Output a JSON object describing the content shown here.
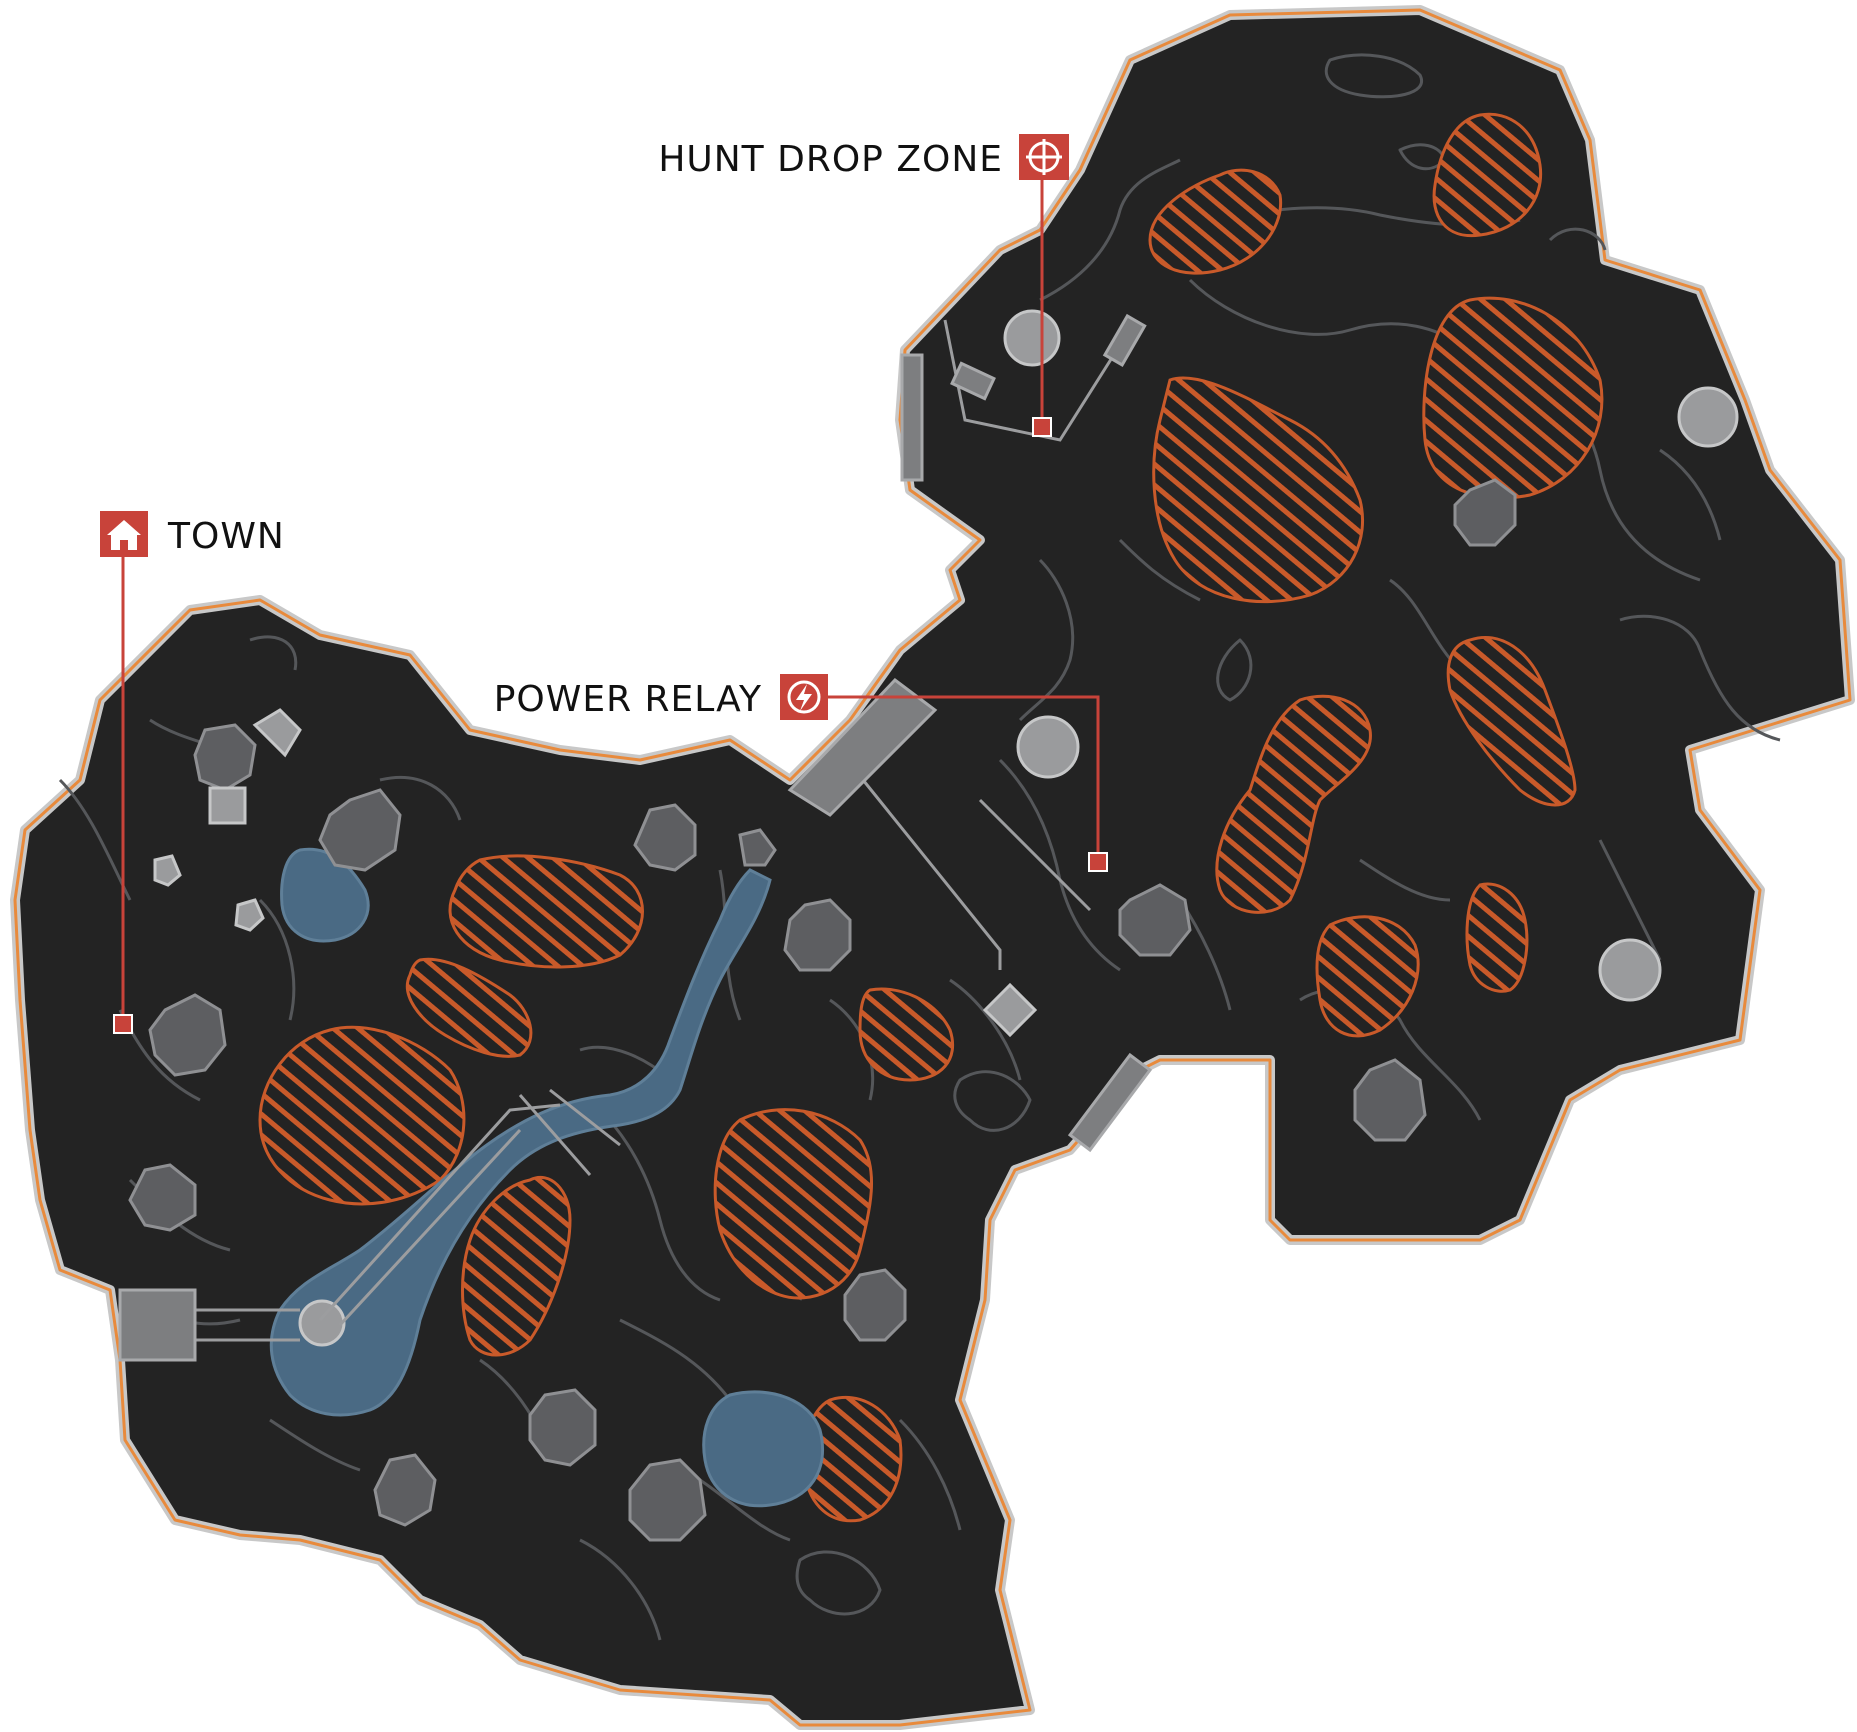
{
  "map": {
    "markers": [
      {
        "id": "hunt-drop-zone",
        "label": "HUNT DROP ZONE",
        "icon": "crosshair-icon"
      },
      {
        "id": "town",
        "label": "TOWN",
        "icon": "house-icon"
      },
      {
        "id": "power-relay",
        "label": "POWER RELAY",
        "icon": "lightning-icon"
      }
    ]
  },
  "colors": {
    "terrain": "#232323",
    "outline_outer": "#c8c8c8",
    "outline_inner": "#e88a3c",
    "hazard": "#c95a2a",
    "water": "#4a6a84",
    "marker": "#c8433a",
    "rock": "#5d5e61",
    "structure": "#7d7e80"
  }
}
